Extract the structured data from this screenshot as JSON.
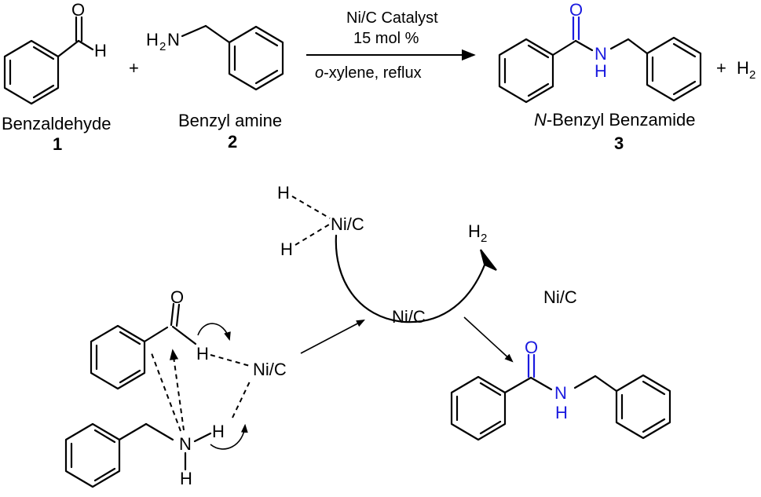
{
  "colors": {
    "ink": "#000000",
    "heteroatom": "#1a1adf"
  },
  "reaction": {
    "reactant1": {
      "name": "Benzaldehyde",
      "number": "1",
      "atom_O": "O",
      "atom_H": "H"
    },
    "plus1": "+",
    "reactant2": {
      "name": "Benzyl amine",
      "number": "2",
      "atom_H2N_H": "H",
      "atom_H2N_2": "2",
      "atom_H2N_N": "N"
    },
    "conditions": {
      "line1": "Ni/C Catalyst",
      "line2": "15 mol %",
      "line3_italic": "o",
      "line3_rest": "-xylene, reflux"
    },
    "product": {
      "name_italic": "N",
      "name_rest": "-Benzyl Benzamide",
      "number": "3",
      "atom_O": "O",
      "atom_N": "N",
      "atom_H": "H"
    },
    "plus2": "+",
    "byproduct": {
      "H": "H",
      "sub": "2"
    }
  },
  "mechanism": {
    "hydride_complex": {
      "H_top": "H",
      "H_bottom": "H",
      "metal": "Ni/C"
    },
    "h2_release": {
      "H": "H",
      "sub": "2"
    },
    "cycle_label": "Ni/C",
    "catalyst_label": "Ni/C",
    "intermediate": {
      "atom_O": "O",
      "atom_H_ald": "H",
      "metal": "Ni/C",
      "atom_N": "N",
      "atom_H_amine": "H",
      "atom_H_bottom": "H"
    },
    "product": {
      "atom_O": "O",
      "atom_N": "N",
      "atom_H": "H"
    }
  }
}
